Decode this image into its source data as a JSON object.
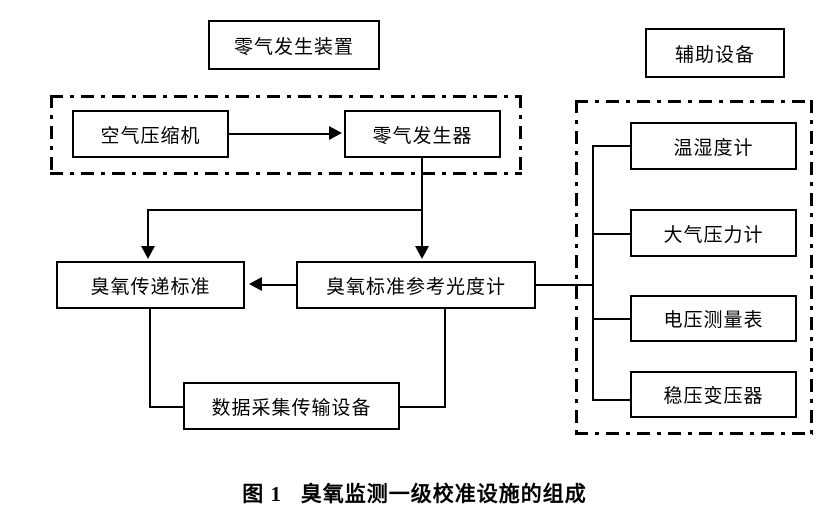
{
  "figure": {
    "caption": "图 1   臭氧监测一级校准设施的组成",
    "caption_number": "图 1",
    "caption_title": "臭氧监测一级校准设施的组成",
    "line_color": "#000000",
    "background_color": "#ffffff"
  },
  "groups": {
    "zero_air": {
      "title": "零气发生装置",
      "frame_style": "dash-dot"
    },
    "auxiliary": {
      "title": "辅助设备",
      "frame_style": "dash-dot"
    }
  },
  "nodes": {
    "air_compressor": "空气压缩机",
    "zero_air_generator": "零气发生器",
    "ozone_transfer_standard": "臭氧传递标准",
    "ozone_reference_photometer": "臭氧标准参考光度计",
    "data_acquisition": "数据采集传输设备"
  },
  "auxiliary_items": [
    {
      "label": "温湿度计"
    },
    {
      "label": "大气压力计"
    },
    {
      "label": "电压测量表"
    },
    {
      "label": "稳压变压器"
    }
  ],
  "connections": [
    {
      "from": "空气压缩机",
      "to": "零气发生器",
      "arrow": "right"
    },
    {
      "from": "零气发生器",
      "to": "臭氧传递标准",
      "arrow": "down"
    },
    {
      "from": "零气发生器",
      "to": "臭氧标准参考光度计",
      "arrow": "down"
    },
    {
      "from": "臭氧标准参考光度计",
      "to": "臭氧传递标准",
      "arrow": "left"
    },
    {
      "from": "臭氧传递标准",
      "to": "数据采集传输设备",
      "arrow": "none"
    },
    {
      "from": "臭氧标准参考光度计",
      "to": "数据采集传输设备",
      "arrow": "none"
    },
    {
      "from": "臭氧标准参考光度计",
      "to": "辅助设备",
      "arrow": "none"
    }
  ]
}
